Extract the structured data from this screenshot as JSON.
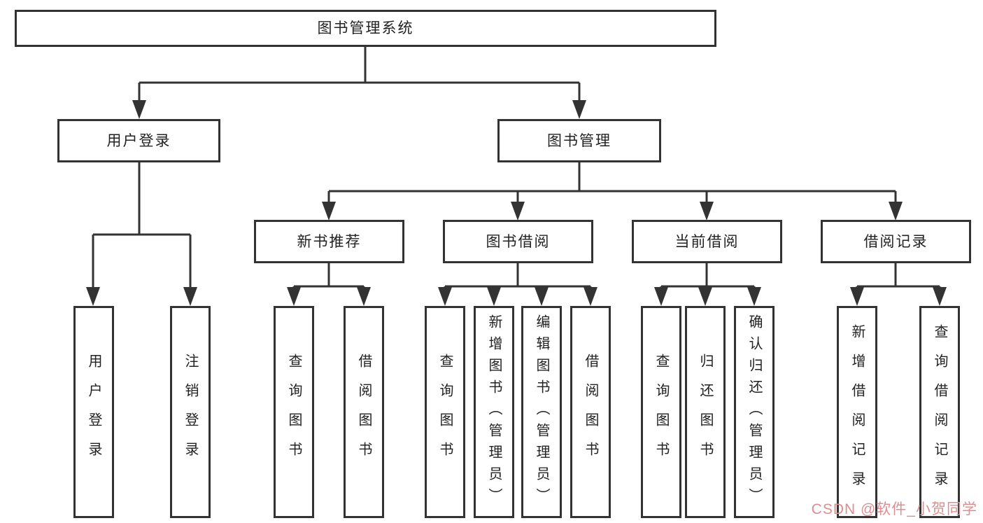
{
  "colors": {
    "background": "#ffffff",
    "line": "#333333",
    "text": "#222222",
    "watermark": "#dd8e90"
  },
  "watermark": {
    "text": "CSDN @软件_小贺同学"
  },
  "tree": {
    "label": "图书管理系统",
    "children": [
      {
        "label": "用户登录",
        "children": [
          {
            "label": "用户登录"
          },
          {
            "label": "注销登录"
          }
        ]
      },
      {
        "label": "图书管理",
        "children": [
          {
            "label": "新书推荐",
            "children": [
              {
                "label": "查询图书"
              },
              {
                "label": "借阅图书"
              }
            ]
          },
          {
            "label": "图书借阅",
            "children": [
              {
                "label": "查询图书"
              },
              {
                "label": "新增图书（管理员）"
              },
              {
                "label": "编辑图书（管理员）"
              },
              {
                "label": "借阅图书"
              }
            ]
          },
          {
            "label": "当前借阅",
            "children": [
              {
                "label": "查询图书"
              },
              {
                "label": "归还图书"
              },
              {
                "label": "确认归还（管理员）"
              }
            ]
          },
          {
            "label": "借阅记录",
            "children": [
              {
                "label": "新增借阅记录"
              },
              {
                "label": "查询借阅记录"
              }
            ]
          }
        ]
      }
    ]
  }
}
